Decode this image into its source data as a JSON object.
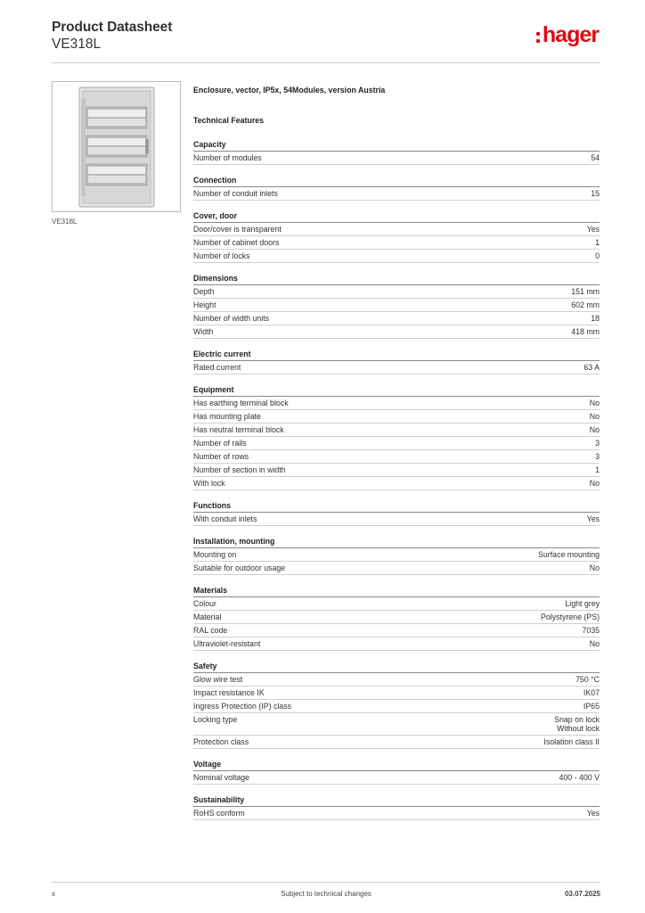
{
  "header": {
    "title": "Product Datasheet",
    "code": "VE318L",
    "logo_text": "hager",
    "logo_color": "#e20a17"
  },
  "product": {
    "caption": "VE318L",
    "description": "Enclosure, vector, IP5x, 54Modules, version Austria"
  },
  "technical_title": "Technical Features",
  "sections": [
    {
      "title": "Capacity",
      "rows": [
        {
          "label": "Number of modules",
          "value": "54"
        }
      ]
    },
    {
      "title": "Connection",
      "rows": [
        {
          "label": "Number of conduit inlets",
          "value": "15"
        }
      ]
    },
    {
      "title": "Cover, door",
      "rows": [
        {
          "label": "Door/cover is transparent",
          "value": "Yes"
        },
        {
          "label": "Number of cabinet doors",
          "value": "1"
        },
        {
          "label": "Number of locks",
          "value": "0"
        }
      ]
    },
    {
      "title": "Dimensions",
      "rows": [
        {
          "label": "Depth",
          "value": "151 mm"
        },
        {
          "label": "Height",
          "value": "602 mm"
        },
        {
          "label": "Number of width units",
          "value": "18"
        },
        {
          "label": "Width",
          "value": "418 mm"
        }
      ]
    },
    {
      "title": "Electric current",
      "rows": [
        {
          "label": "Rated current",
          "value": "63 A"
        }
      ]
    },
    {
      "title": "Equipment",
      "rows": [
        {
          "label": "Has earthing terminal block",
          "value": "No"
        },
        {
          "label": "Has mounting plate",
          "value": "No"
        },
        {
          "label": "Has neutral terminal block",
          "value": "No"
        },
        {
          "label": "Number of rails",
          "value": "3"
        },
        {
          "label": "Number of rows",
          "value": "3"
        },
        {
          "label": "Number of section in width",
          "value": "1"
        },
        {
          "label": "With lock",
          "value": "No"
        }
      ]
    },
    {
      "title": "Functions",
      "rows": [
        {
          "label": "With conduit inlets",
          "value": "Yes"
        }
      ]
    },
    {
      "title": "Installation, mounting",
      "rows": [
        {
          "label": "Mounting on",
          "value": "Surface mounting"
        },
        {
          "label": "Suitable for outdoor usage",
          "value": "No"
        }
      ]
    },
    {
      "title": "Materials",
      "rows": [
        {
          "label": "Colour",
          "value": "Light grey"
        },
        {
          "label": "Material",
          "value": "Polystyrene (PS)"
        },
        {
          "label": "RAL code",
          "value": "7035"
        },
        {
          "label": "Ultraviolet-resistant",
          "value": "No"
        }
      ]
    },
    {
      "title": "Safety",
      "rows": [
        {
          "label": "Glow wire test",
          "value": "750 °C"
        },
        {
          "label": "Impact resistance IK",
          "value": "IK07"
        },
        {
          "label": "Ingress Protection (IP) class",
          "value": "IP65"
        },
        {
          "label": "Locking type",
          "value": "Snap on lock\nWithout lock"
        },
        {
          "label": "Protection class",
          "value": "Isolation class II"
        }
      ]
    },
    {
      "title": "Voltage",
      "rows": [
        {
          "label": "Nominal voltage",
          "value": "400 - 400 V"
        }
      ]
    },
    {
      "title": "Sustainability",
      "rows": [
        {
          "label": "RoHS conform",
          "value": "Yes"
        }
      ]
    }
  ],
  "footer": {
    "left": "x",
    "center": "Subject to technical changes",
    "date": "03.07.2025"
  }
}
